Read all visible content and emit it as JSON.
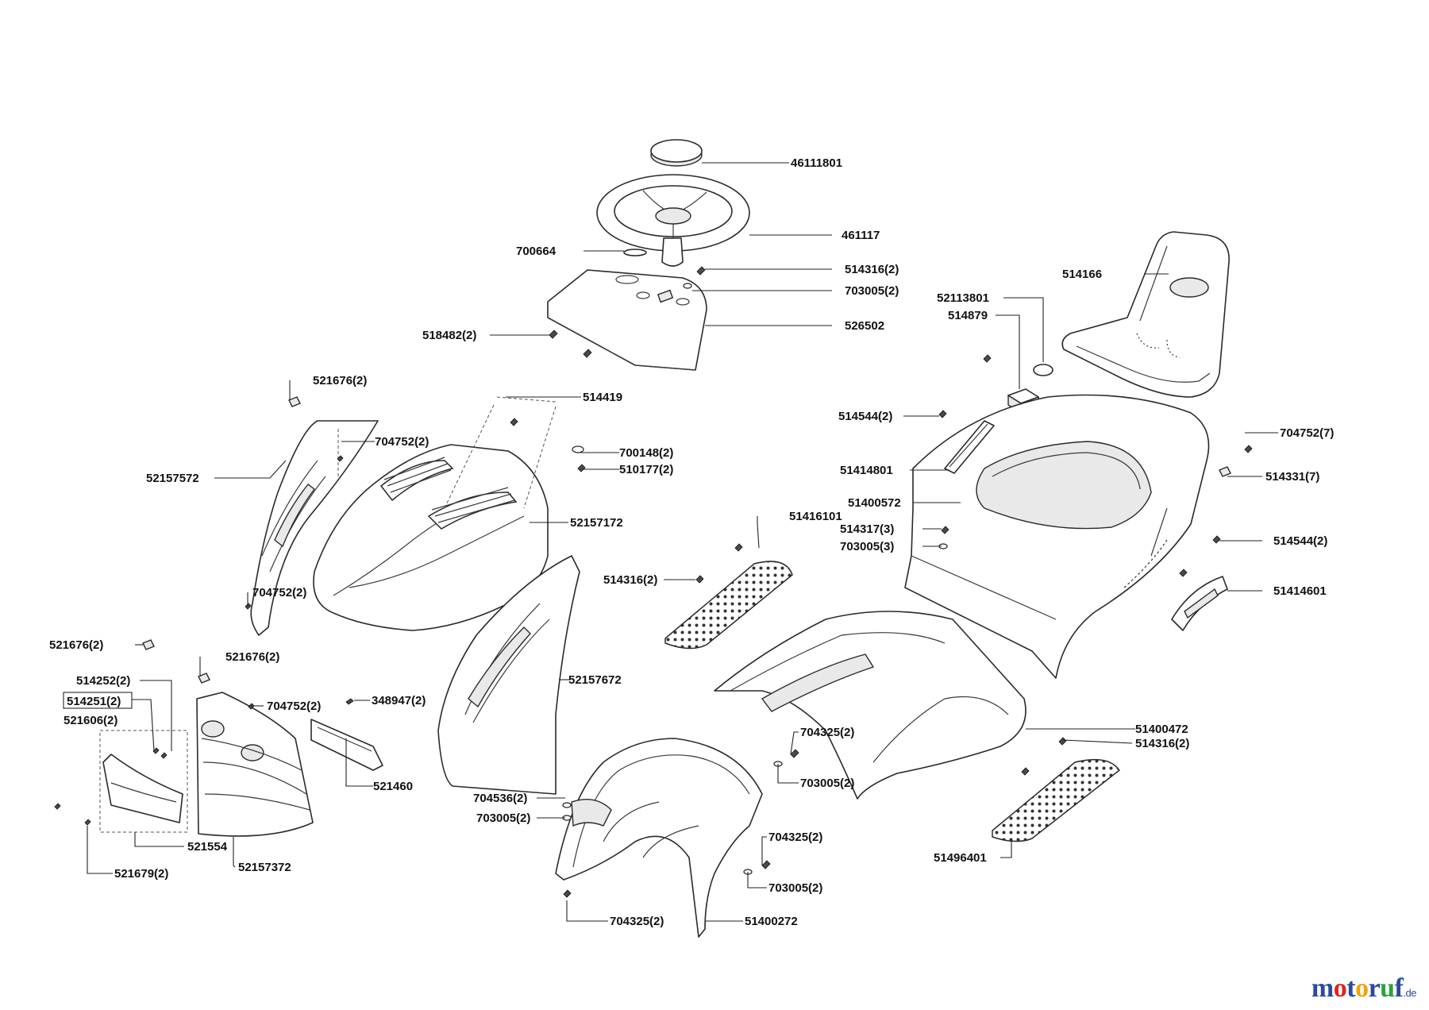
{
  "parts": [
    {
      "key": "p46111801",
      "label": "46111801"
    },
    {
      "key": "p461117",
      "label": "461117"
    },
    {
      "key": "p700664",
      "label": "700664"
    },
    {
      "key": "p514316_a",
      "label": "514316(2)"
    },
    {
      "key": "p703005_a",
      "label": "703005(2)"
    },
    {
      "key": "p526502",
      "label": "526502"
    },
    {
      "key": "p518482",
      "label": "518482(2)"
    },
    {
      "key": "p514166",
      "label": "514166"
    },
    {
      "key": "p52113801",
      "label": "52113801"
    },
    {
      "key": "p514879",
      "label": "514879"
    },
    {
      "key": "p521676_a",
      "label": "521676(2)"
    },
    {
      "key": "p514419",
      "label": "514419"
    },
    {
      "key": "p704752_a",
      "label": "704752(2)"
    },
    {
      "key": "p700148",
      "label": "700148(2)"
    },
    {
      "key": "p510177",
      "label": "510177(2)"
    },
    {
      "key": "p52157572",
      "label": "52157572"
    },
    {
      "key": "p52157172",
      "label": "52157172"
    },
    {
      "key": "p514544_a",
      "label": "514544(2)"
    },
    {
      "key": "p51414801",
      "label": "51414801"
    },
    {
      "key": "p704752_7",
      "label": "704752(7)"
    },
    {
      "key": "p514331",
      "label": "514331(7)"
    },
    {
      "key": "p51400572",
      "label": "51400572"
    },
    {
      "key": "p51416101",
      "label": "51416101"
    },
    {
      "key": "p514317",
      "label": "514317(3)"
    },
    {
      "key": "p703005_3",
      "label": "703005(3)"
    },
    {
      "key": "p514544_b",
      "label": "514544(2)"
    },
    {
      "key": "p514316_b",
      "label": "514316(2)"
    },
    {
      "key": "p704752_b",
      "label": "704752(2)"
    },
    {
      "key": "p51414601",
      "label": "51414601"
    },
    {
      "key": "p521676_b",
      "label": "521676(2)"
    },
    {
      "key": "p521676_c",
      "label": "521676(2)"
    },
    {
      "key": "p514252",
      "label": "514252(2)"
    },
    {
      "key": "p514251",
      "label": "514251(2)"
    },
    {
      "key": "p704752_c",
      "label": "704752(2)"
    },
    {
      "key": "p348947",
      "label": "348947(2)"
    },
    {
      "key": "p52157672",
      "label": "52157672"
    },
    {
      "key": "p521606",
      "label": "521606(2)"
    },
    {
      "key": "p521460",
      "label": "521460"
    },
    {
      "key": "p704325_a",
      "label": "704325(2)"
    },
    {
      "key": "p51400472",
      "label": "51400472"
    },
    {
      "key": "p514316_c",
      "label": "514316(2)"
    },
    {
      "key": "p703005_b",
      "label": "703005(2)"
    },
    {
      "key": "p704536",
      "label": "704536(2)"
    },
    {
      "key": "p703005_c",
      "label": "703005(2)"
    },
    {
      "key": "p521554",
      "label": "521554"
    },
    {
      "key": "p704325_b",
      "label": "704325(2)"
    },
    {
      "key": "p51496401",
      "label": "51496401"
    },
    {
      "key": "p52157372",
      "label": "52157372"
    },
    {
      "key": "p521679",
      "label": "521679(2)"
    },
    {
      "key": "p703005_d",
      "label": "703005(2)"
    },
    {
      "key": "p704325_c",
      "label": "704325(2)"
    },
    {
      "key": "p51400272",
      "label": "51400272"
    }
  ],
  "brand": {
    "m": "m",
    "o1": "o",
    "t": "t",
    "o2": "o",
    "r": "r",
    "u": "u",
    "f": "f",
    "tld": ".de"
  }
}
